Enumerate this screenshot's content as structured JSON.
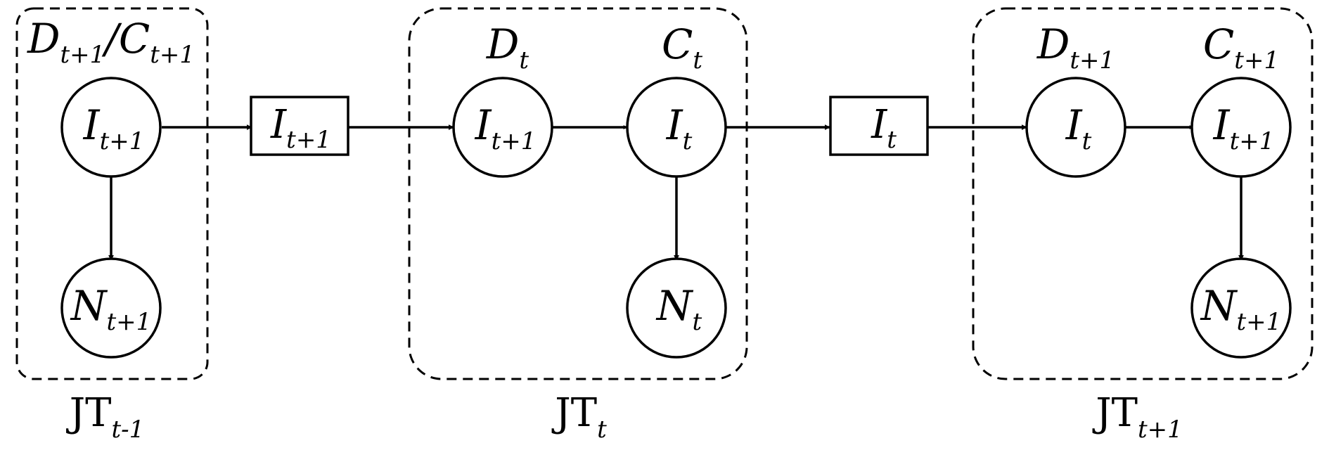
{
  "clusters": [
    {
      "main": "JT",
      "sub": "t-1"
    },
    {
      "main": "JT",
      "sub": "t"
    },
    {
      "main": "JT",
      "sub": "t+1"
    }
  ],
  "labels": {
    "left_top": {
      "a_main": "D",
      "a_sub": "t+1",
      "slash": "/",
      "b_main": "C",
      "b_sub": "t+1"
    },
    "mid_d": {
      "main": "D",
      "sub": "t"
    },
    "mid_c": {
      "main": "C",
      "sub": "t"
    },
    "right_d": {
      "main": "D",
      "sub": "t+1"
    },
    "right_c": {
      "main": "C",
      "sub": "t+1"
    }
  },
  "nodes": {
    "left_i": {
      "main": "I",
      "sub": "t+1"
    },
    "left_n": {
      "main": "N",
      "sub": "t+1"
    },
    "mid_i1": {
      "main": "I",
      "sub": "t+1"
    },
    "mid_i2": {
      "main": "I",
      "sub": "t"
    },
    "mid_n": {
      "main": "N",
      "sub": "t"
    },
    "right_i1": {
      "main": "I",
      "sub": "t"
    },
    "right_i2": {
      "main": "I",
      "sub": "t+1"
    },
    "right_n": {
      "main": "N",
      "sub": "t+1"
    }
  },
  "separators": {
    "sep1": {
      "main": "I",
      "sub": "t+1"
    },
    "sep2": {
      "main": "I",
      "sub": "t"
    }
  }
}
